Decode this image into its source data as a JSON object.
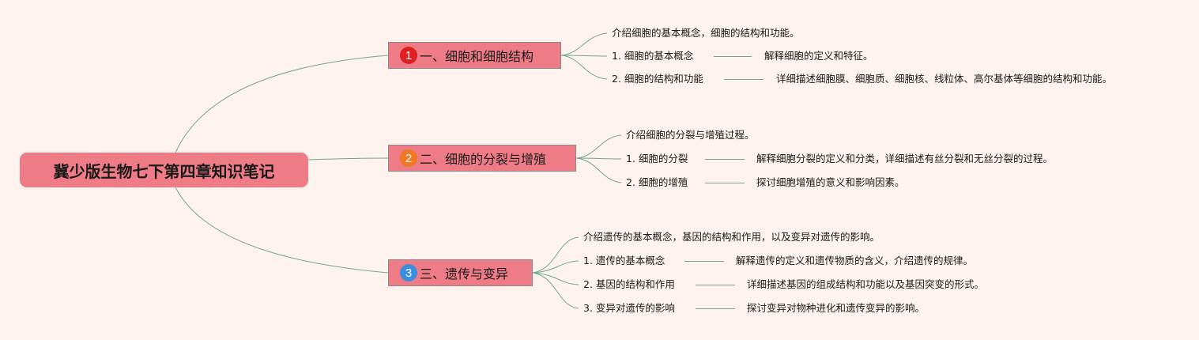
{
  "root": {
    "title": "冀少版生物七下第四章知识笔记"
  },
  "colors": {
    "node_fill": "#ef7b86",
    "connector": "#6fa88f",
    "background": "#fdf2ee",
    "badge_1": "#e02020",
    "badge_2": "#f07820",
    "badge_3": "#3a8ee0"
  },
  "branches": [
    {
      "badge": "1",
      "title": "一、细胞和细胞结构",
      "items": [
        {
          "label": "介绍细胞的基本概念，细胞的结构和功能。",
          "detail": ""
        },
        {
          "label": "1. 细胞的基本概念",
          "detail": "解释细胞的定义和特征。"
        },
        {
          "label": "2. 细胞的结构和功能",
          "detail": "详细描述细胞膜、细胞质、细胞核、线粒体、高尔基体等细胞的结构和功能。"
        }
      ]
    },
    {
      "badge": "2",
      "title": "二、细胞的分裂与增殖",
      "items": [
        {
          "label": "介绍细胞的分裂与增殖过程。",
          "detail": ""
        },
        {
          "label": "1. 细胞的分裂",
          "detail": "解释细胞分裂的定义和分类，详细描述有丝分裂和无丝分裂的过程。"
        },
        {
          "label": "2. 细胞的增殖",
          "detail": "探讨细胞增殖的意义和影响因素。"
        }
      ]
    },
    {
      "badge": "3",
      "title": "三、遗传与变异",
      "items": [
        {
          "label": "介绍遗传的基本概念，基因的结构和作用，以及变异对遗传的影响。",
          "detail": ""
        },
        {
          "label": "1. 遗传的基本概念",
          "detail": "解释遗传的定义和遗传物质的含义，介绍遗传的规律。"
        },
        {
          "label": "2. 基因的结构和作用",
          "detail": "详细描述基因的组成结构和功能以及基因突变的形式。"
        },
        {
          "label": "3. 变异对遗传的影响",
          "detail": "探讨变异对物种进化和遗传变异的影响。"
        }
      ]
    }
  ]
}
